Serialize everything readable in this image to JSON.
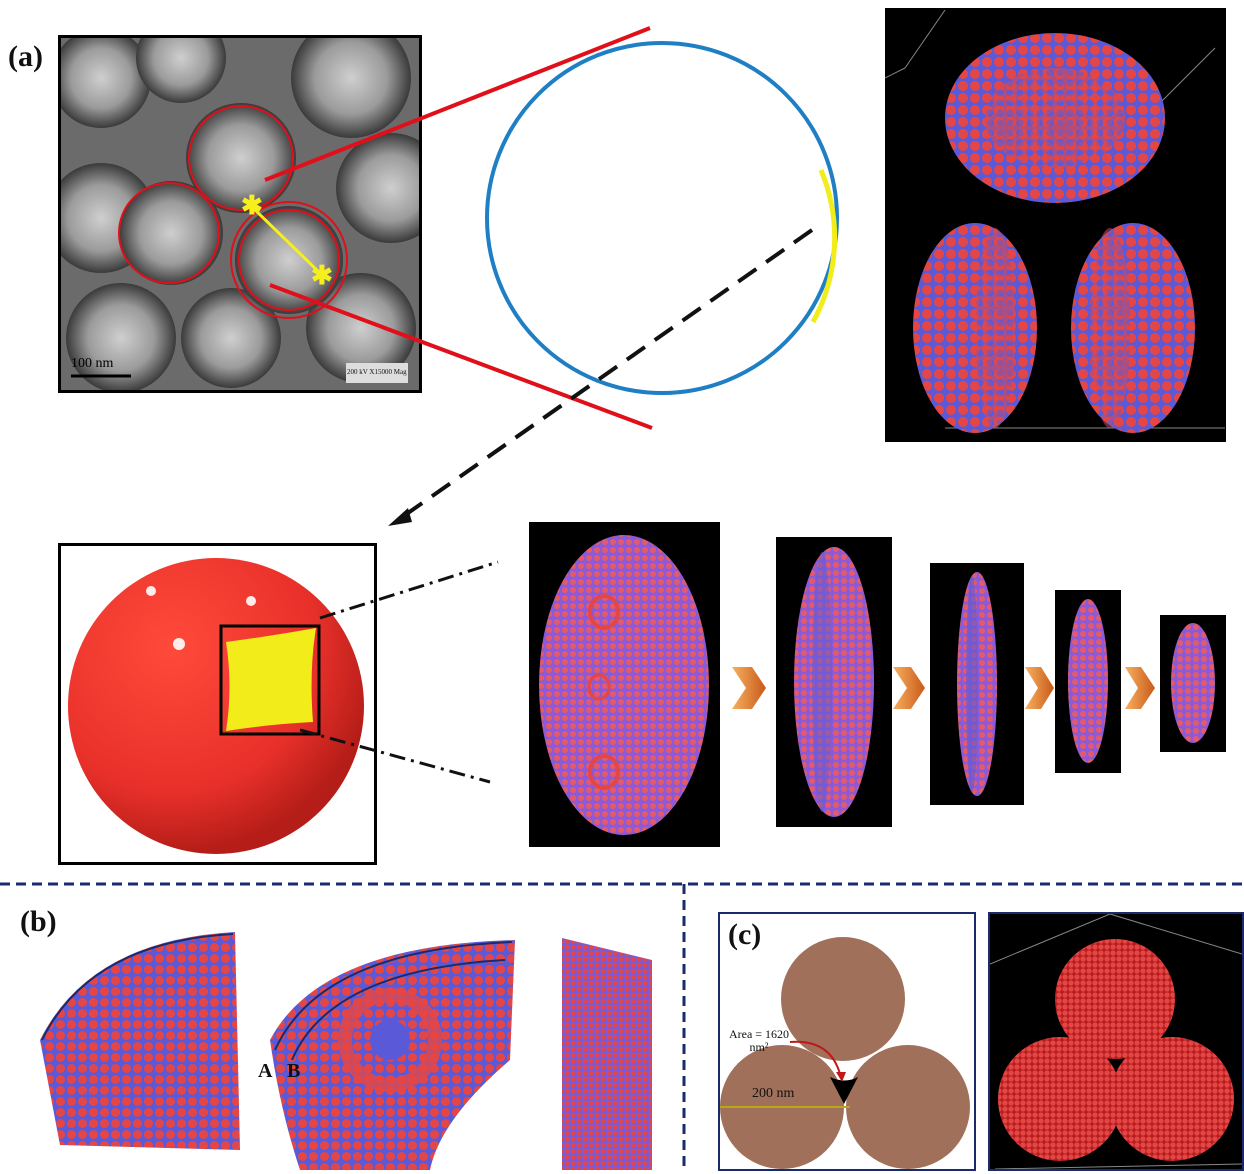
{
  "figure": {
    "label_a": "(a)",
    "label_b": "(b)",
    "label_c": "(c)",
    "tem_scale": "100 nm",
    "tem_info": "200 kV X15000 Mag",
    "label_A": "A",
    "label_B": "B",
    "area_label": "Area = 1620 nm²",
    "dim_label": "200 nm"
  },
  "colors": {
    "sphere_red": "#e8302a",
    "patch_yellow": "#f2ec1a",
    "circle_blue": "#1f7fc4",
    "atom_red": "#e44646",
    "atom_blue": "#5a5ad8",
    "particle_brown": "#a0705a",
    "frame_navy": "#1b2a6b",
    "arrow_orange": "#e0782a"
  }
}
